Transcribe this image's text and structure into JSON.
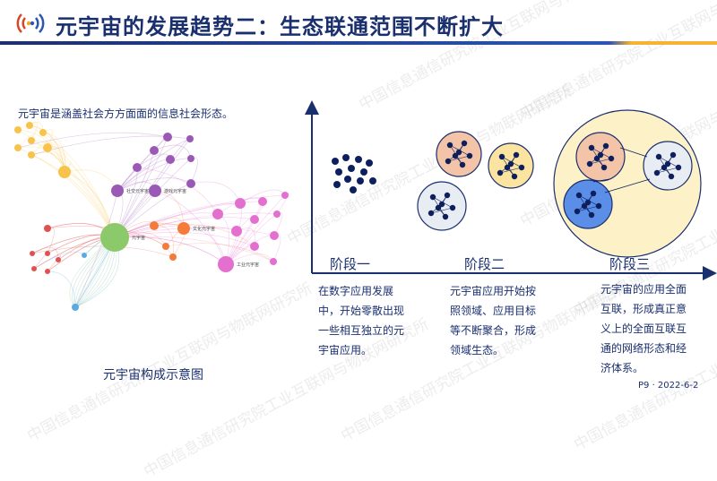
{
  "header": {
    "title": "元宇宙的发展趋势二：生态联通范围不断扩大",
    "logo_icon": "broadcast-icon"
  },
  "left": {
    "subtitle": "元宇宙是涵盖社会方方面面的信息社会形态。",
    "caption": "元宇宙构成示意图",
    "nodes": {
      "center": "元宇宙",
      "social": "社交元宇宙",
      "game": "游戏元宇宙",
      "culture": "文化元宇宙",
      "industry": "工业元宇宙"
    },
    "colors": {
      "green": "#8cc96b",
      "purple": "#9b59b6",
      "pink": "#e36fcf",
      "orange": "#f47b3a",
      "red": "#e05252",
      "yellow": "#f7c34a",
      "blue": "#5aa9e0"
    }
  },
  "right": {
    "stages": [
      {
        "label": "阶段一",
        "desc": "在数字应用发展中，开始零散出现一些相互独立的元宇宙应用。"
      },
      {
        "label": "阶段二",
        "desc": "元宇宙应用开始按照领域、应用目标等不断聚合，形成领域生态。"
      },
      {
        "label": "阶段三",
        "desc": "元宇宙的应用全面互联，形成真正意义上的全面互联互通的网络形态和经济体系。"
      }
    ],
    "colors": {
      "axis": "#1a2f6e",
      "dot": "#0d1f5c",
      "peach": "#f3c4a8",
      "yellow": "#fbe3a0",
      "gray": "#e8ecf3",
      "blue": "#5b8ee6",
      "big": "#fdf1c8"
    }
  },
  "footer": "P9 · 2022-6-2",
  "watermark": "中国信息通信研究院工业互联网与物联网研究所"
}
